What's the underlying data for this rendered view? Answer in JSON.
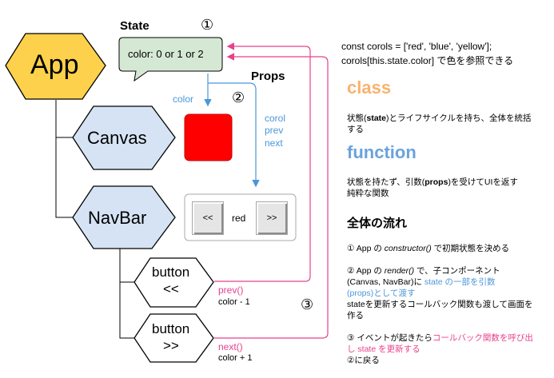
{
  "nodes": {
    "app": "App",
    "canvas": "Canvas",
    "navbar": "NavBar",
    "button_prev": [
      "button",
      "<<"
    ],
    "button_next": [
      "button",
      ">>"
    ]
  },
  "state": {
    "heading": "State",
    "value": "color: 0 or 1 or 2"
  },
  "props": {
    "heading": "Props",
    "color_label": "color",
    "list": [
      "corol",
      "prev",
      "next"
    ]
  },
  "markers": [
    "①",
    "②",
    "③"
  ],
  "navbar_preview": {
    "left_key": "<<",
    "center_text": "red",
    "right_key": ">>"
  },
  "callbacks": {
    "prev_name": "prev()",
    "prev_action": "color - 1",
    "next_name": "next()",
    "next_action": "color + 1"
  },
  "code": {
    "line1": "const corols = ['red', 'blue', 'yellow'];",
    "line2": "corols[this.state.color] で色を参照できる"
  },
  "class_section": {
    "title": "class",
    "desc_pre": "状態(",
    "desc_bold": "state",
    "desc_post": ")とライフサイクルを持ち、全体を統括",
    "desc_line2": "する"
  },
  "function_section": {
    "title": "function",
    "desc_pre": "状態を持たず、引数(",
    "desc_bold": "props",
    "desc_post": ")を受けてUIを返す",
    "desc_line2": "純粋な関数"
  },
  "flow": {
    "title": "全体の流れ",
    "step1_pre": "① App の ",
    "step1_code": "constructor()",
    "step1_post": " で初期状態を決める",
    "step2_pre": "② App の ",
    "step2_code": "render()",
    "step2_post": " で、子コンポーネント",
    "step2_line2_pre": "(Canvas, NavBar)に ",
    "step2_line2_blue": "state の一部を引数",
    "step2_line3_blue": "(props)として渡す",
    "step2_line4": "stateを更新するコールバック関数も渡して画面を",
    "step2_line5": "作る",
    "step3_pre": "③ イベントが起きたら",
    "step3_pink": "コールバック関数を呼び出",
    "step3_line2_pink": "し state を更新する",
    "step3_line3": "②に戻る"
  },
  "colors": {
    "app_fill": "#fdd14c",
    "hex_fill": "#d5e3f4",
    "state_fill": "#d5e8d4",
    "canvas_red": "#ff0000",
    "props_blue": "#4a97d9",
    "callback_pink": "#e8418c",
    "class_orange": "#f8b26d",
    "function_blue": "#6aa3dc"
  }
}
